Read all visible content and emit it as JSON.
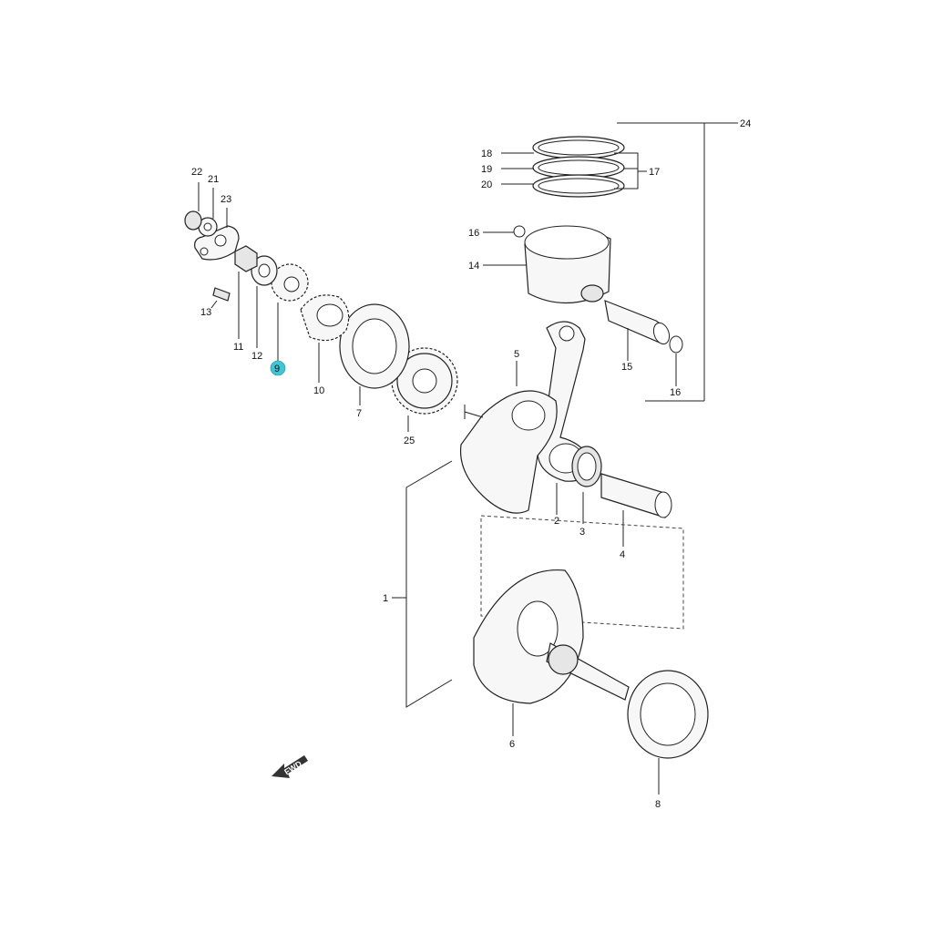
{
  "callouts": {
    "c1": "1",
    "c2": "2",
    "c3": "3",
    "c4": "4",
    "c5": "5",
    "c6": "6",
    "c7": "7",
    "c8": "8",
    "c9": "9",
    "c10": "10",
    "c11": "11",
    "c12": "12",
    "c13": "13",
    "c14": "14",
    "c15": "15",
    "c16a": "16",
    "c16b": "16",
    "c17": "17",
    "c18": "18",
    "c19": "19",
    "c20": "20",
    "c21": "21",
    "c22": "22",
    "c23": "23",
    "c24": "24",
    "c25": "25"
  },
  "highlight": {
    "part": "9",
    "color": "#3ec6d6"
  },
  "fwd_label": "FWD"
}
